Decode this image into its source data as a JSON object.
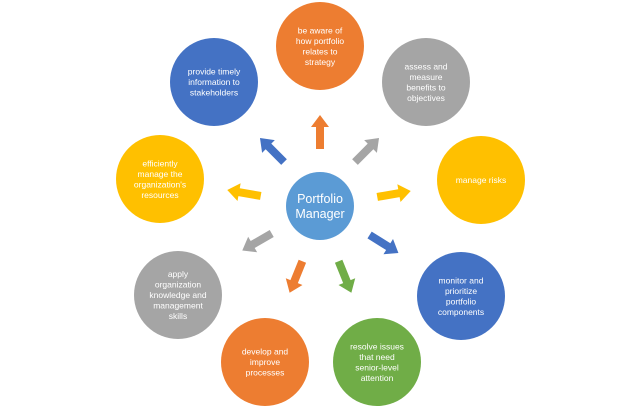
{
  "center": {
    "lines": [
      "Portfolio",
      "Manager"
    ],
    "color": "#5B9BD5"
  },
  "colors": {
    "orange": "#ED7D31",
    "gray": "#A5A5A5",
    "gold": "#FFC000",
    "blue": "#4472C4",
    "green": "#70AD47"
  },
  "nodes": [
    {
      "id": "strategy",
      "lines": [
        "be aware of",
        "how portfolio",
        "relates to",
        "strategy"
      ],
      "color": "#ED7D31",
      "icon": "arrow-up-icon"
    },
    {
      "id": "assess",
      "lines": [
        "assess and",
        "measure",
        "benefits to",
        "objectives"
      ],
      "color": "#A5A5A5",
      "icon": "arrow-up-right-icon"
    },
    {
      "id": "risks",
      "lines": [
        "manage risks"
      ],
      "color": "#FFC000",
      "icon": "arrow-right-icon"
    },
    {
      "id": "monitor",
      "lines": [
        "monitor and",
        "prioritize",
        "portfolio",
        "components"
      ],
      "color": "#4472C4",
      "icon": "arrow-down-right-icon"
    },
    {
      "id": "issues",
      "lines": [
        "resolve issues",
        "that need",
        "senior-level",
        "attention"
      ],
      "color": "#70AD47",
      "icon": "arrow-down-icon"
    },
    {
      "id": "processes",
      "lines": [
        "develop and",
        "improve",
        "processes"
      ],
      "color": "#ED7D31",
      "icon": "arrow-down-icon"
    },
    {
      "id": "knowledge",
      "lines": [
        "apply",
        "organization",
        "knowledge and",
        "management",
        "skills"
      ],
      "color": "#A5A5A5",
      "icon": "arrow-down-left-icon"
    },
    {
      "id": "resources",
      "lines": [
        "efficiently",
        "manage the",
        "organization's",
        "resources"
      ],
      "color": "#FFC000",
      "icon": "arrow-left-icon"
    },
    {
      "id": "stakeholders",
      "lines": [
        "provide timely",
        "information to",
        "stakeholders"
      ],
      "color": "#4472C4",
      "icon": "arrow-up-left-icon"
    }
  ]
}
